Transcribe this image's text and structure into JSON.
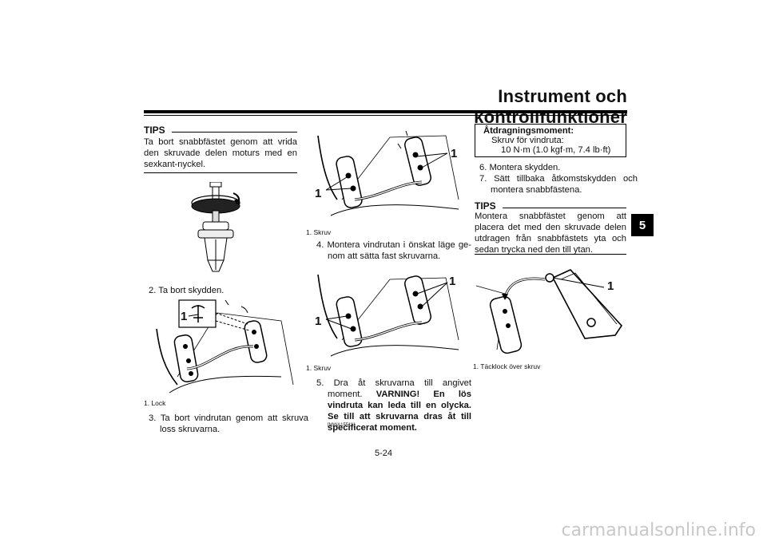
{
  "header": {
    "title": "Instrument och kontrollfunktioner"
  },
  "side_tab": {
    "label": "5"
  },
  "col1": {
    "tips_label": "TIPS",
    "tips_text": "Ta bort snabbfästet genom att vrida den skruvade delen moturs med en sexkant-nyckel.",
    "step2": "2.  Ta bort skydden.",
    "fig2_callout": "1",
    "fig2_caption": "1.  Lock",
    "step3": "3.  Ta bort vindrutan genom att skruva loss skruvarna."
  },
  "col2": {
    "fig1_callouts": [
      "1",
      "1"
    ],
    "fig1_caption": "1.  Skruv",
    "step4": "4.  Montera vindrutan i önskat läge ge-nom att sätta fast skruvarna.",
    "fig2_callouts": [
      "1",
      "1"
    ],
    "fig2_caption": "1.  Skruv",
    "step5_plain": "5.  Dra åt skruvarna till angivet moment.",
    "step5_warning": "VARNING! En lös vindruta kan leda till en olycka. Se till att skruvarna dras åt till specificerat moment.",
    "warning_ref": "[MWA15511]"
  },
  "col3": {
    "torque_title": "Åtdragningsmoment:",
    "torque_item": "Skruv för vindruta:",
    "torque_value": "10 N·m (1.0 kgf·m, 7.4 lb·ft)",
    "step6": "6.  Montera skydden.",
    "step7": "7.  Sätt tillbaka åtkomstskydden och montera snabbfästena.",
    "tips_label": "TIPS",
    "tips_text": "Montera snabbfästet genom att placera det med den skruvade delen utdragen från snabbfästets yta och sedan trycka ned den till ytan.",
    "fig_callout": "1",
    "fig_caption": "1.  Täcklock över skruv"
  },
  "page_number": "5-24",
  "watermark": "carmanualsonline.info"
}
